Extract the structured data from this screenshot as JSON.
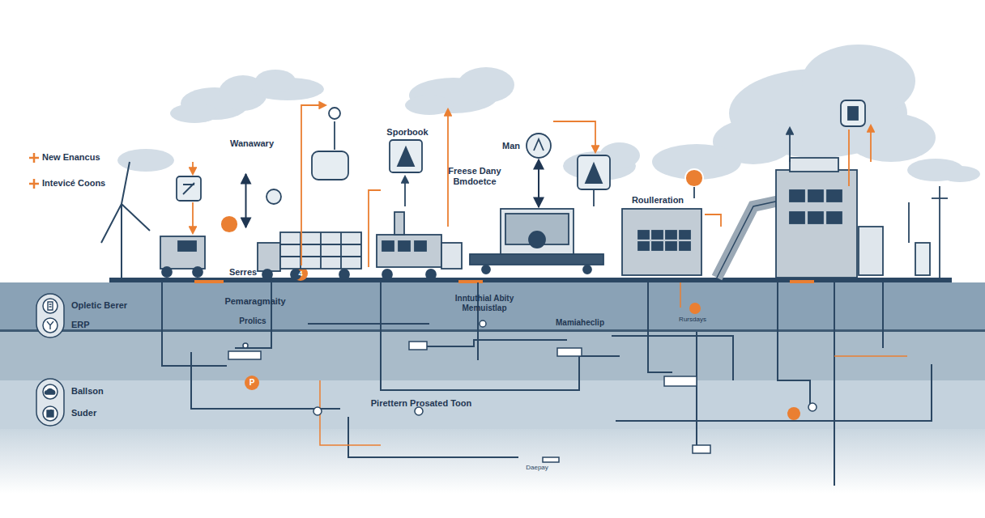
{
  "diagram": {
    "nodes": [
      {
        "text": [
          "Wanawary"
        ]
      },
      {
        "text": [
          "Sporbook"
        ]
      },
      {
        "text": [
          "Freese Dany Bmdoetce"
        ]
      },
      {
        "text": [
          "Man"
        ]
      },
      {
        "text": [
          "Roulleration"
        ]
      },
      {
        "text": [
          "Serres"
        ]
      }
    ],
    "edges": [
      {
        "from": 0,
        "to": 5,
        "arrow": "both"
      },
      {
        "from": 3,
        "to": 2,
        "arrow": "both"
      }
    ],
    "labels": [
      "Pemaragmaity",
      "Prolics",
      "Inntuthial Abity Memuistlap",
      "Mamiaheclip",
      "Pirettern Prosated Toon",
      "Daepay",
      "Rursdays",
      "P",
      "4"
    ],
    "legend": [
      {
        "text": "New Enancus"
      },
      {
        "text": "Intevicé Coons"
      },
      {
        "text": "Opletic Berer"
      },
      {
        "text": "ERP"
      },
      {
        "text": "Ballson"
      },
      {
        "text": "Suder"
      }
    ]
  }
}
